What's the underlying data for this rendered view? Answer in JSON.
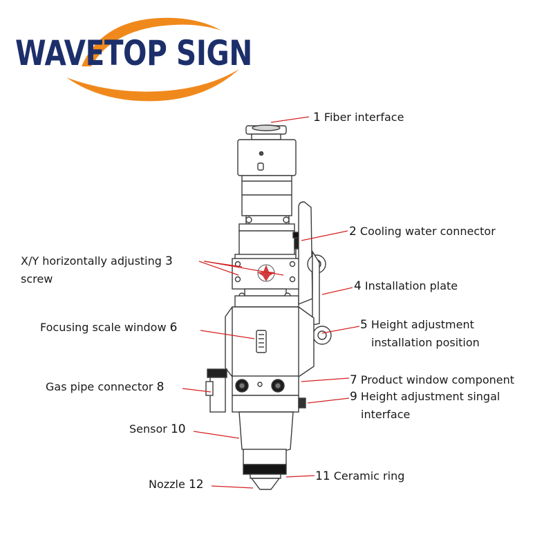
{
  "brand": {
    "name": "WAVETOP SIGN",
    "text_color": "#1c2f6b",
    "swoosh_color": "#f0891c"
  },
  "leader_color": "#d52020",
  "callouts": [
    {
      "number": "1",
      "text": "Fiber interface"
    },
    {
      "number": "2",
      "text": "Cooling water connector"
    },
    {
      "number": "3",
      "text": "X/Y horizontally adjusting",
      "text_line2": "screw"
    },
    {
      "number": "4",
      "text": "Installation plate"
    },
    {
      "number": "5",
      "text": "Height adjustment",
      "text_line2": "installation position"
    },
    {
      "number": "6",
      "text": "Focusing scale window"
    },
    {
      "number": "7",
      "text": "Product window component"
    },
    {
      "number": "8",
      "text": "Gas pipe connector"
    },
    {
      "number": "9",
      "text": "Height adjustment singal",
      "text_line2": "interface"
    },
    {
      "number": "10",
      "text": "Sensor"
    },
    {
      "number": "11",
      "text": "Ceramic ring"
    },
    {
      "number": "12",
      "text": "Nozzle"
    }
  ]
}
